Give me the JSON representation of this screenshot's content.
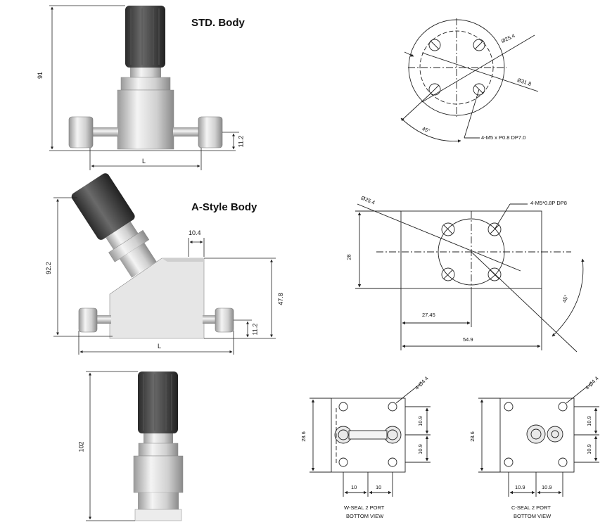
{
  "titles": {
    "std_body": "STD. Body",
    "a_style_body": "A-Style Body"
  },
  "std": {
    "height": "91",
    "port_height": "11.2",
    "length": "L"
  },
  "std_flange": {
    "bolt_circle": "Ø25.4",
    "outer": "Ø31.8",
    "angle": "45°",
    "thread": "4-M5 x P0.8 DP7.0"
  },
  "astyle": {
    "height": "92.2",
    "block_height": "47.8",
    "top_width": "10.4",
    "port_height": "11.2",
    "length": "L"
  },
  "astyle_flange": {
    "bolt_circle": "Ø25.4",
    "thread": "4-M5*0.8P DP8",
    "height": "28",
    "half_width": "27.45",
    "width": "54.9",
    "angle": "45°"
  },
  "side": {
    "height": "102"
  },
  "wseal": {
    "holes": "4-Ø4.4",
    "height": "28.6",
    "right_upper": "10.9",
    "right_lower": "10.9",
    "bottom_left": "10",
    "bottom_right": "10",
    "caption_line1": "W-SEAL 2 PORT",
    "caption_line2": "BOTTOM VIEW"
  },
  "cseal": {
    "holes": "4-Ø4.4",
    "height": "28.6",
    "right_upper": "10.9",
    "right_lower": "10.9",
    "bottom_left": "10.9",
    "bottom_right": "10.9",
    "caption_line1": "C-SEAL 2 PORT",
    "caption_line2": "BOTTOM VIEW"
  },
  "colors": {
    "line": "#222222",
    "knob_dark": "#3a3a3a",
    "metal_light": "#e8e8e8",
    "metal_mid": "#b5b5b5",
    "block": "#e6e6e6"
  }
}
